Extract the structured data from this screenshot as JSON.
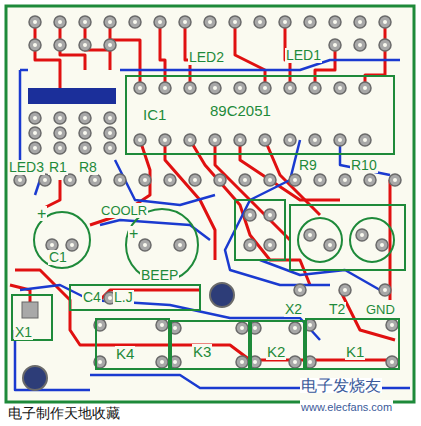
{
  "diagram": {
    "caption": "电子制作天地收藏",
    "nodes": [
      {
        "text": [
          "IC1",
          "89C2051"
        ]
      },
      {
        "text": [
          "K4"
        ]
      },
      {
        "text": [
          "K3"
        ]
      },
      {
        "text": [
          "K2"
        ]
      },
      {
        "text": [
          "K1"
        ]
      }
    ],
    "labels": [
      "LED2",
      "LED1",
      "LED3",
      "R1",
      "R8",
      "R9",
      "R10",
      "COOLR",
      "+",
      "C1",
      "+",
      "BEEP",
      "C4",
      "L.J",
      "X1",
      "X2",
      "T2",
      "GND",
      "电子发烧友",
      "www.elecfans.com"
    ]
  }
}
